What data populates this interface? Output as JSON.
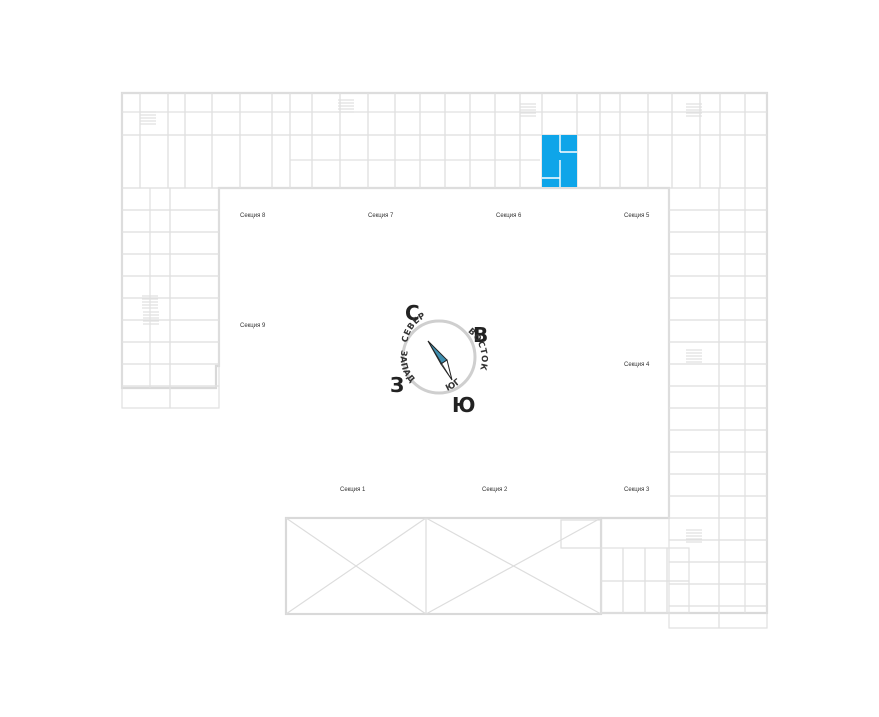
{
  "floor_plan": {
    "sections": [
      {
        "id": "8",
        "label": "Секция 8"
      },
      {
        "id": "7",
        "label": "Секция 7"
      },
      {
        "id": "6",
        "label": "Секция 6"
      },
      {
        "id": "5",
        "label": "Секция 5"
      },
      {
        "id": "9",
        "label": "Секция 9"
      },
      {
        "id": "4",
        "label": "Секция 4"
      },
      {
        "id": "1",
        "label": "Секция 1"
      },
      {
        "id": "2",
        "label": "Секция 2"
      },
      {
        "id": "3",
        "label": "Секция 3"
      }
    ],
    "highlighted_apartment": {
      "section": "6",
      "color": "#0ea5e9"
    },
    "colors": {
      "walls": "#d9d9d9",
      "background": "#ffffff",
      "highlight": "#0ea5e9",
      "compass_needle": "#3f8fb0"
    }
  },
  "compass": {
    "letters": {
      "north": "С",
      "east": "В",
      "south": "Ю",
      "west": "З"
    },
    "arc_labels": {
      "north": "СЕВЕР",
      "east": "ВОСТОК",
      "south": "ЮГ",
      "west": "ЗАПАД"
    }
  }
}
